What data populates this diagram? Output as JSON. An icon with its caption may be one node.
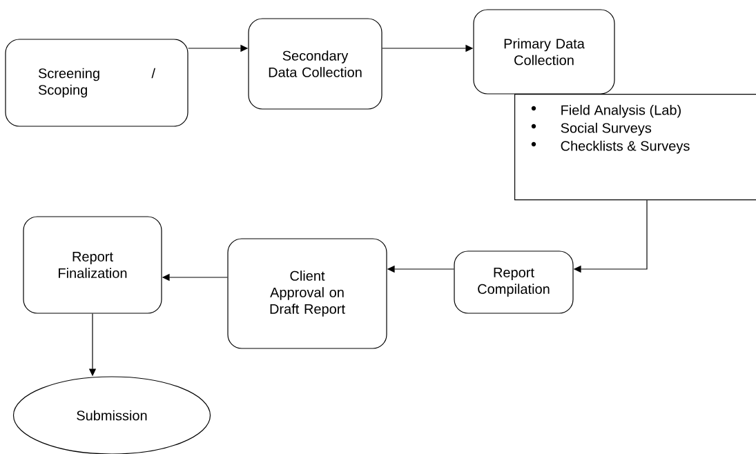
{
  "diagram": {
    "nodes": [
      {
        "text": [
          "Screening / Scoping"
        ]
      },
      {
        "text": [
          "Secondary Data Collection"
        ]
      },
      {
        "text": [
          "Primary Data Collection"
        ]
      },
      {
        "text": [
          "Field Analysis (Lab)",
          "Social Surveys",
          "Checklists & Surveys"
        ]
      },
      {
        "text": [
          "Report Compilation"
        ]
      },
      {
        "text": [
          "Client Approval on Draft Report"
        ]
      },
      {
        "text": [
          "Report Finalization"
        ]
      },
      {
        "text": [
          "Submission"
        ]
      }
    ],
    "edges": [
      {
        "from": 0,
        "to": 1,
        "arrow": "to"
      },
      {
        "from": 1,
        "to": 2,
        "arrow": "to"
      },
      {
        "from": 3,
        "to": 4,
        "arrow": "to"
      },
      {
        "from": 4,
        "to": 5,
        "arrow": "to"
      },
      {
        "from": 5,
        "to": 6,
        "arrow": "to"
      },
      {
        "from": 6,
        "to": 7,
        "arrow": "to"
      }
    ]
  }
}
